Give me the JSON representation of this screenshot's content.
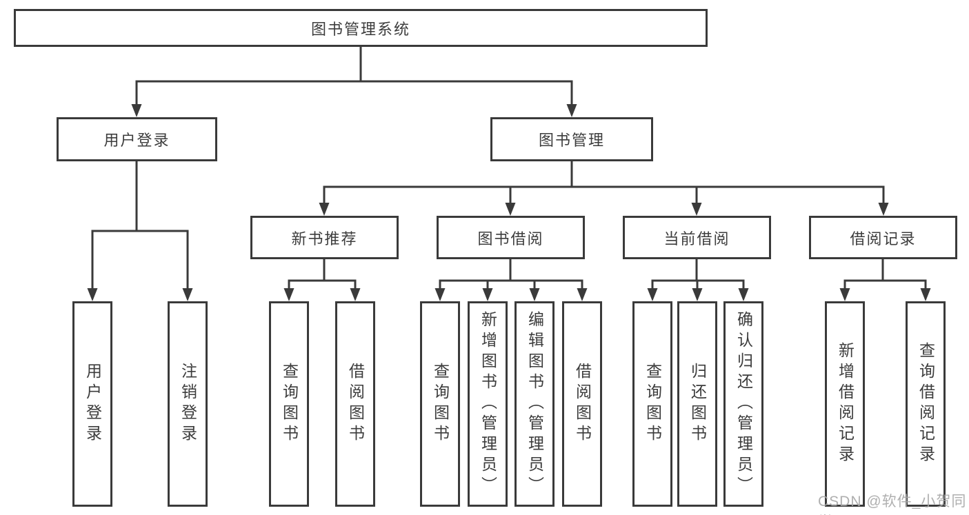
{
  "diagram_type": "hierarchy-tree",
  "tree": {
    "label": "图书管理系统",
    "children": [
      {
        "label": "用户登录",
        "children": [
          {
            "label": "用户登录"
          },
          {
            "label": "注销登录"
          }
        ]
      },
      {
        "label": "图书管理",
        "children": [
          {
            "label": "新书推荐",
            "children": [
              {
                "label": "查询图书"
              },
              {
                "label": "借阅图书"
              }
            ]
          },
          {
            "label": "图书借阅",
            "children": [
              {
                "label": "查询图书"
              },
              {
                "label": "新增图书（管理员）"
              },
              {
                "label": "编辑图书（管理员）"
              },
              {
                "label": "借阅图书"
              }
            ]
          },
          {
            "label": "当前借阅",
            "children": [
              {
                "label": "查询图书"
              },
              {
                "label": "归还图书"
              },
              {
                "label": "确认归还（管理员）"
              }
            ]
          },
          {
            "label": "借阅记录",
            "children": [
              {
                "label": "新增借阅记录"
              },
              {
                "label": "查询借阅记录"
              }
            ]
          }
        ]
      }
    ]
  },
  "watermark": "CSDN @软件_小贺同学",
  "colors": {
    "line": "#3a3a3a",
    "text": "#3c3c3c",
    "box_background": "#ffffff",
    "watermark": "#a8a8a8",
    "background": "#ffffff"
  }
}
